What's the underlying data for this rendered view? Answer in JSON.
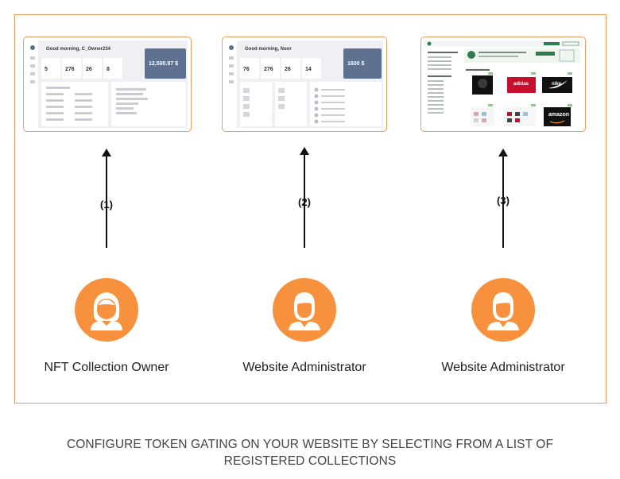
{
  "diagram": {
    "screens": [
      {
        "greeting": "Good morning, C_Owner234",
        "stats": [
          "5",
          "276",
          "26",
          "8"
        ],
        "balance": "12,500.97 $"
      },
      {
        "greeting": "Good morning, Noor",
        "stats": [
          "76",
          "276",
          "26",
          "14"
        ],
        "balance": "1600 $"
      },
      {
        "brand_tiles": [
          "adidas",
          "nike",
          "amazon"
        ]
      }
    ],
    "steps": [
      "(1)",
      "(2)",
      "(3)"
    ],
    "roles": [
      "NFT Collection Owner",
      "Website Administrator",
      "Website Administrator"
    ],
    "caption_line1": "CONFIGURE TOKEN GATING ON YOUR WEBSITE BY  SELECTING FROM A LIST OF",
    "caption_line2": "REGISTERED COLLECTIONS",
    "colors": {
      "accent": "#f39a5a",
      "avatar": "#f7913d",
      "balance_card": "#5f7190"
    }
  }
}
